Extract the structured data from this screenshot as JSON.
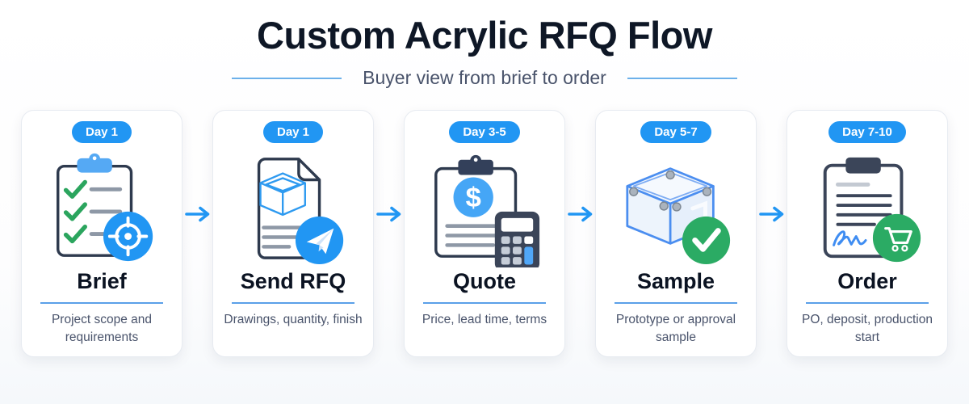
{
  "header": {
    "title": "Custom Acrylic RFQ Flow",
    "subtitle": "Buyer view from brief to order"
  },
  "steps": [
    {
      "badge": "Day 1",
      "title": "Brief",
      "description": "Project scope and requirements",
      "icon": "clipboard-checklist-target-icon"
    },
    {
      "badge": "Day 1",
      "title": "Send RFQ",
      "description": "Drawings, quantity, finish",
      "icon": "document-cube-send-icon",
      "dollar_glyph": ""
    },
    {
      "badge": "Day 3-5",
      "title": "Quote",
      "description": "Price, lead time, terms",
      "icon": "clipboard-dollar-calculator-icon",
      "dollar_glyph": "$"
    },
    {
      "badge": "Day 5-7",
      "title": "Sample",
      "description": "Prototype or approval sample",
      "icon": "acrylic-box-check-icon"
    },
    {
      "badge": "Day 7-10",
      "title": "Order",
      "description": "PO, deposit, production start",
      "icon": "contract-signature-cart-icon"
    }
  ],
  "arrow": {
    "name": "right-arrow-icon",
    "color": "#2196f3",
    "count": 4
  },
  "colors": {
    "primary_blue": "#2196f3",
    "light_blue_clip": "#55a9f4",
    "wireframe_blue": "#2e9af0",
    "underline_blue": "#5aa0e8",
    "subtitle_line_blue": "#6cb0ea",
    "signature_blue": "#3f8df2",
    "green": "#2bab64",
    "check_green": "#2ba55e",
    "dark_navy_title": "#0e1726",
    "icon_outline": "#2e3a4e",
    "calculator_slate": "#3b4559",
    "gray_text": "#49536b",
    "icon_line_gray": "#8e98a6",
    "card_border": "#e7ebf1",
    "card_bg": "#ffffff"
  }
}
